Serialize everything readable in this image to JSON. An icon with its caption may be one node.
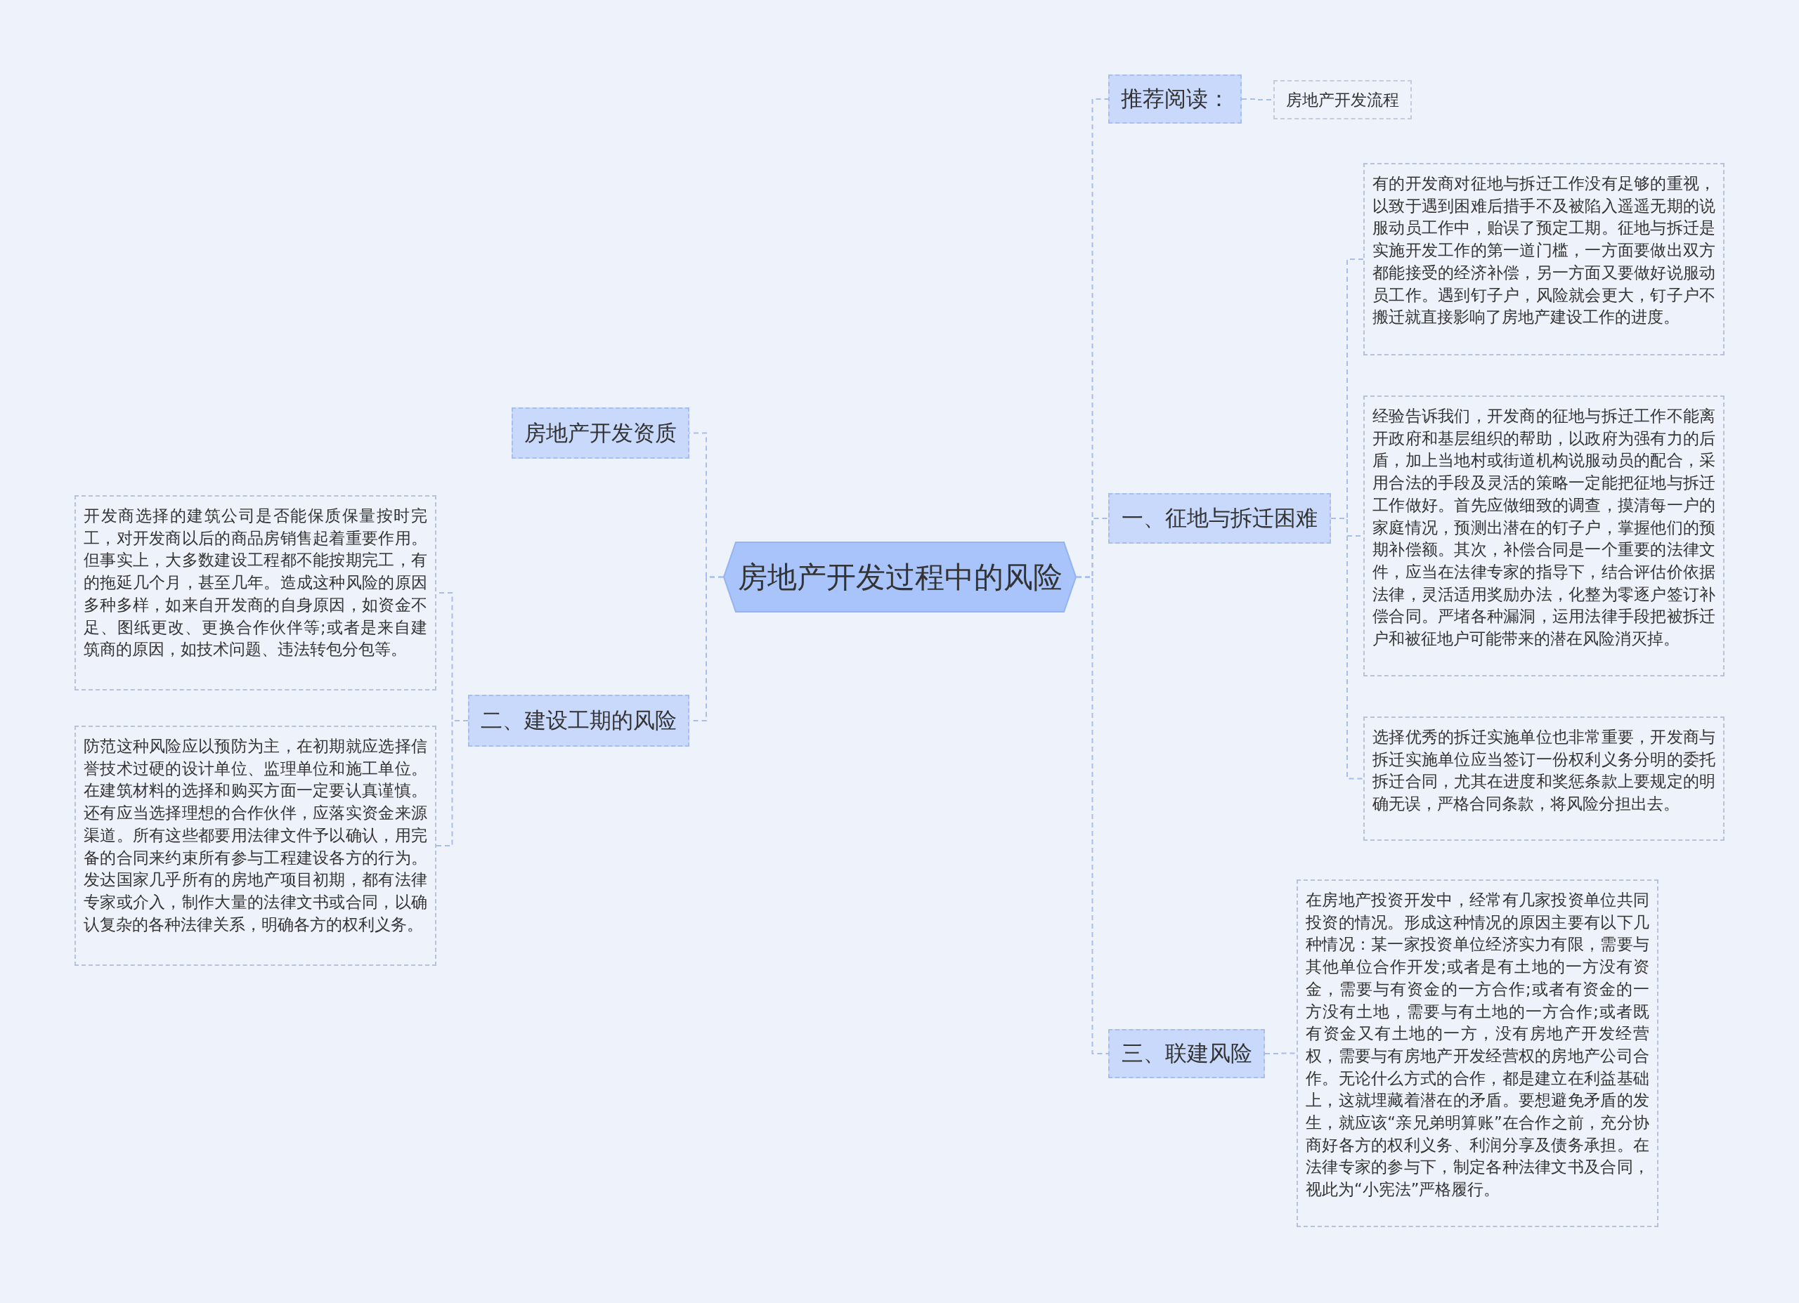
{
  "diagram": {
    "nodes": [
      {
        "text": [
          "房地产开发过程中的风险"
        ]
      },
      {
        "text": [
          "推荐阅读："
        ]
      },
      {
        "text": [
          "房地产开发流程"
        ]
      },
      {
        "text": [
          "一、征地与拆迁困难"
        ]
      },
      {
        "text": [
          "有的开发商对征地与拆迁工作没有足够的重视，以致于遇到困难后措手不及被陷入遥遥无期的说服动员工作中，贻误了预定工期。征地与拆迁是实施开发工作的第一道门槛，一方面要做出双方都能接受的经济补偿，另一方面又要做好说服动员工作。遇到钉子户，风险就会更大，钉子户不搬迁就直接影响了房地产建设工作的进度。"
        ]
      },
      {
        "text": [
          "经验告诉我们，开发商的征地与拆迁工作不能离开政府和基层组织的帮助，以政府为强有力的后盾，加上当地村或街道机构说服动员的配合，采用合法的手段及灵活的策略一定能把征地与拆迁工作做好。首先应做细致的调查，摸清每一户的家庭情况，预测出潜在的钉子户，掌握他们的预期补偿额。其次，补偿合同是一个重要的法律文件，应当在法律专家的指导下，结合评估价依据法律，灵活适用奖励办法，化整为零逐户签订补偿合同。严堵各种漏洞，运用法律手段把被拆迁户和被征地户可能带来的潜在风险消灭掉。"
        ]
      },
      {
        "text": [
          "选择优秀的拆迁实施单位也非常重要，开发商与拆迁实施单位应当签订一份权利义务分明的委托拆迁合同，尤其在进度和奖惩条款上要规定的明确无误，严格合同条款，将风险分担出去。"
        ]
      },
      {
        "text": [
          "三、联建风险"
        ]
      },
      {
        "text": [
          "在房地产投资开发中，经常有几家投资单位共同投资的情况。形成这种情况的原因主要有以下几种情况：某一家投资单位经济实力有限，需要与其他单位合作开发;或者是有土地的一方没有资金，需要与有资金的一方合作;或者有资金的一方没有土地，需要与有土地的一方合作;或者既有资金又有土地的一方，没有房地产开发经营权，需要与有房地产开发经营权的房地产公司合作。无论什么方式的合作，都是建立在利益基础上，这就埋藏着潜在的矛盾。要想避免矛盾的发生，就应该“亲兄弟明算账”在合作之前，充分协商好各方的权利义务、利润分享及债务承担。在法律专家的参与下，制定各种法律文书及合同，视此为“小宪法”严格履行。"
        ]
      },
      {
        "text": [
          "房地产开发资质"
        ]
      },
      {
        "text": [
          "二、建设工期的风险"
        ]
      },
      {
        "text": [
          "开发商选择的建筑公司是否能保质保量按时完工，对开发商以后的商品房销售起着重要作用。但事实上，大多数建设工程都不能按期完工，有的拖延几个月，甚至几年。造成这种风险的原因多种多样，如来自开发商的自身原因，如资金不足、图纸更改、更换合作伙伴等;或者是来自建筑商的原因，如技术问题、违法转包分包等。"
        ]
      },
      {
        "text": [
          "防范这种风险应以预防为主，在初期就应选择信誉技术过硬的设计单位、监理单位和施工单位。在建筑材料的选择和购买方面一定要认真谨慎。还有应当选择理想的合作伙伴，应落实资金来源渠道。所有这些都要用法律文件予以确认，用完备的合同来约束所有参与工程建设各方的行为。发达国家几乎所有的房地产项目初期，都有法律专家或介入，制作大量的法律文书或合同，以确认复杂的各种法律关系，明确各方的权利义务。"
        ]
      }
    ],
    "edges": [
      {
        "from": 0,
        "to": 1,
        "arrow": "none"
      },
      {
        "from": 1,
        "to": 2,
        "arrow": "none"
      },
      {
        "from": 0,
        "to": 3,
        "arrow": "none"
      },
      {
        "from": 3,
        "to": 4,
        "arrow": "none"
      },
      {
        "from": 3,
        "to": 5,
        "arrow": "none"
      },
      {
        "from": 3,
        "to": 6,
        "arrow": "none"
      },
      {
        "from": 0,
        "to": 7,
        "arrow": "none"
      },
      {
        "from": 7,
        "to": 8,
        "arrow": "none"
      },
      {
        "from": 0,
        "to": 9,
        "arrow": "none"
      },
      {
        "from": 0,
        "to": 10,
        "arrow": "none"
      },
      {
        "from": 10,
        "to": 11,
        "arrow": "none"
      },
      {
        "from": 10,
        "to": 12,
        "arrow": "none"
      }
    ]
  }
}
